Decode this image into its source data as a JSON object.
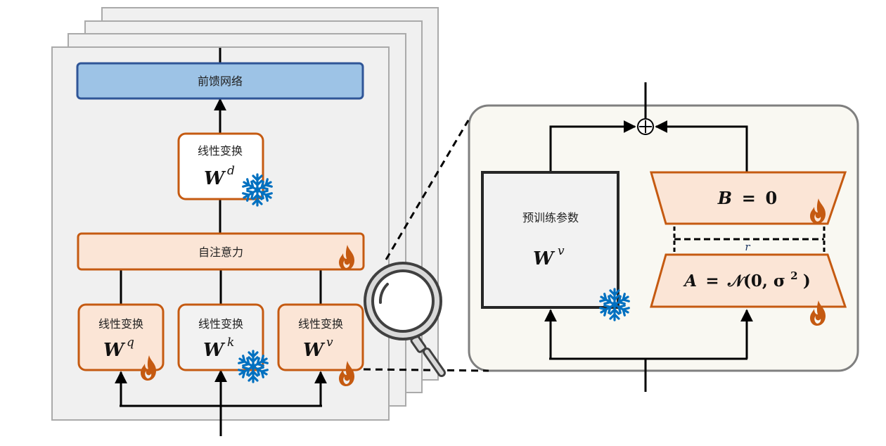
{
  "colors": {
    "layer_fill": "#f0f0f0",
    "layer_stroke": "#aaaaaa",
    "ffn_fill": "#9dc3e6",
    "ffn_stroke": "#2f5597",
    "trainable_fill": "#fbe5d6",
    "frozen_fill": "#f2f2f2",
    "white_fill": "#ffffff",
    "orange_stroke": "#c55a11",
    "flame": "#c55a11",
    "snowflake": "#0070c0",
    "zoom_panel_fill": "#f9f8f2",
    "zoom_panel_stroke": "#7f7f7f",
    "rank_label": "#1f3864"
  },
  "left": {
    "layer_count": 4,
    "ffn": {
      "label": "前馈网络"
    },
    "output_proj": {
      "label": "线性变换",
      "symbol": "W",
      "sup": "d",
      "status": "frozen",
      "icon": "snowflake-icon"
    },
    "attention": {
      "label": "自注意力",
      "status": "trainable",
      "icon": "flame-icon"
    },
    "projections": [
      {
        "label": "线性变换",
        "symbol": "W",
        "sup": "q",
        "status": "trainable",
        "icon": "flame-icon"
      },
      {
        "label": "线性变换",
        "symbol": "W",
        "sup": "k",
        "status": "frozen",
        "icon": "snowflake-icon"
      },
      {
        "label": "线性变换",
        "symbol": "W",
        "sup": "v",
        "status": "trainable",
        "icon": "flame-icon"
      }
    ]
  },
  "magnifier": {
    "icon": "magnifier-icon"
  },
  "right": {
    "pretrained": {
      "label": "预训练参数",
      "symbol": "W",
      "sup": "v",
      "status": "frozen",
      "icon": "snowflake-icon"
    },
    "lora_b": {
      "lhs": "B",
      "eq": "=",
      "rhs": "0",
      "status": "trainable",
      "icon": "flame-icon"
    },
    "lora_a": {
      "lhs": "A",
      "eq": "=",
      "rhs": "𝒩(0, σ",
      "rhs_sup": "2",
      "rhs_end": ")",
      "status": "trainable",
      "icon": "flame-icon"
    },
    "rank_label": "r",
    "sum_symbol": "⊕"
  }
}
